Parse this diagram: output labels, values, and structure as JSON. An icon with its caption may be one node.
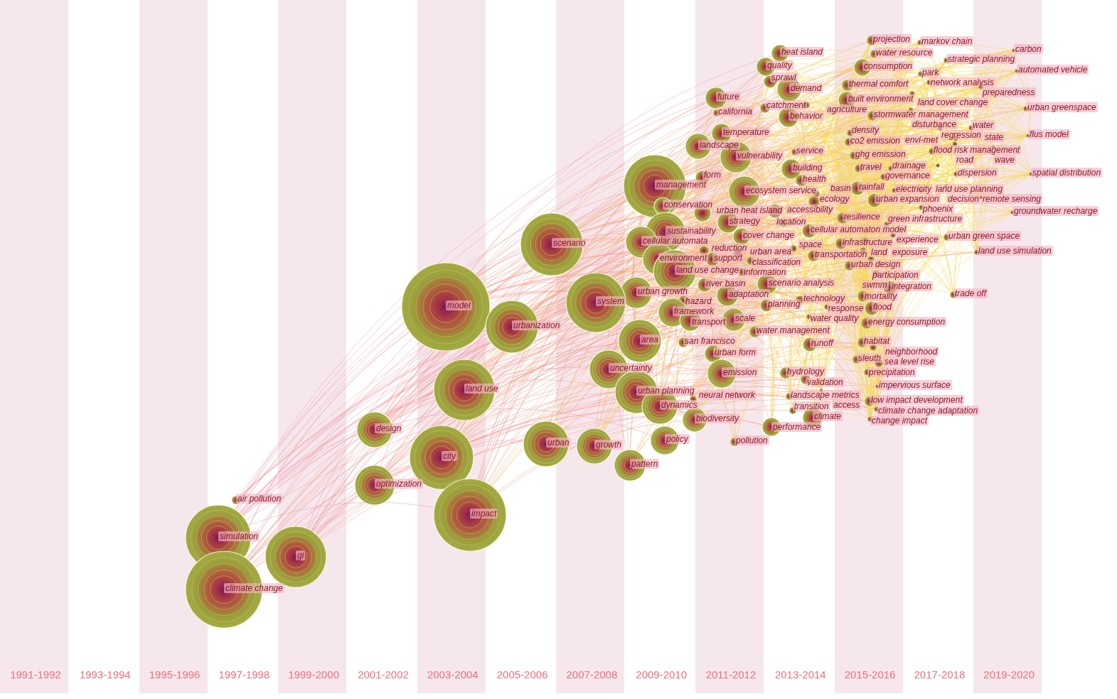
{
  "diagram": {
    "labels": [
      "projection",
      "markov chain",
      "carbon",
      "heat island",
      "water resource",
      "strategic planning",
      "quality",
      "consumption",
      "automated vehicle",
      "park",
      "sprawl",
      "network analysis",
      "thermal comfort",
      "preparedness",
      "demand",
      "land cover change",
      "future",
      "built environment",
      "agriculture",
      "catchment",
      "urban greenspace",
      "disturbance",
      "california",
      "stormwater management",
      "behavior",
      "regression",
      "water",
      "density",
      "temperature",
      "flus model",
      "state",
      "co2 emission",
      "road",
      "landscape",
      "wave",
      "flood risk management",
      "service",
      "ghg emission",
      "vulnerability",
      "envi-met",
      "travel",
      "drainage",
      "building",
      "dispersion",
      "spatial distribution",
      "governance",
      "form",
      "health",
      "management",
      "decision",
      "rainfall",
      "electricity",
      "land use planning",
      "ecosystem service",
      "basin",
      "remote sensing",
      "urban expansion",
      "ecology",
      "conservation",
      "phoenix",
      "accessibility",
      "urban heat island",
      "groundwater recharge",
      "resilience",
      "strategy",
      "location",
      "green infrastructure",
      "cellular automaton model",
      "sustainability",
      "experience",
      "urban green space",
      "cover change",
      "land",
      "cellular automata",
      "scenario",
      "infrastructure",
      "space",
      "reduction",
      "exposure",
      "urban area",
      "land use simulation",
      "transportation",
      "environment",
      "support",
      "participation",
      "classification",
      "urban design",
      "land use change",
      "information",
      "swmm",
      "river basin",
      "scenario analysis",
      "integration",
      "urban growth",
      "adaptation",
      "mortality",
      "trade off",
      "technology",
      "hazard",
      "system",
      "planning",
      "model",
      "response",
      "flood",
      "framework",
      "water quality",
      "scale",
      "transport",
      "energy consumption",
      "urbanization",
      "water management",
      "area",
      "san francisco",
      "habitat",
      "runoff",
      "neighborhood",
      "urban form",
      "sleuth",
      "sea level rise",
      "uncertainty",
      "precipitation",
      "hydrology",
      "emission",
      "validation",
      "impervious surface",
      "land use",
      "access",
      "urban planning",
      "landscape metrics",
      "neural network",
      "low impact development",
      "dynamics",
      "climate change adaptation",
      "transition",
      "climate",
      "change impact",
      "biodiversity",
      "performance",
      "design",
      "policy",
      "pollution",
      "urban",
      "growth",
      "city",
      "pattern",
      "optimization",
      "air pollution",
      "impact",
      "simulation",
      "gi",
      "climate change",
      "1991-1992",
      "1993-1994",
      "1995-1996",
      "1997-1998",
      "1999-2000",
      "2001-2002",
      "2003-2004",
      "2005-2006",
      "2007-2008",
      "2009-2010",
      "2011-2012",
      "2013-2014",
      "2015-2016",
      "2017-2018",
      "2019-2020"
    ]
  }
}
